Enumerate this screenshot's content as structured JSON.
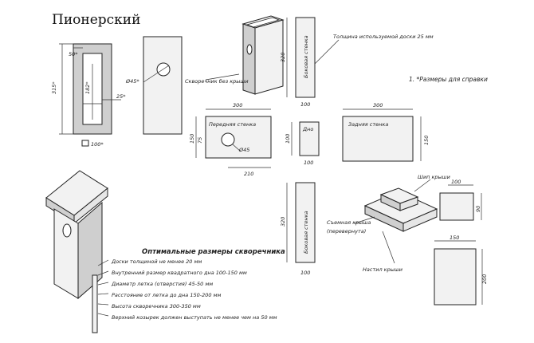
{
  "title": "Пионерский",
  "note": "1. *Размеры для справки",
  "labels": {
    "thickness": "Толщина используемой доски 25 мм",
    "body_no_roof": "Скворечник без крыши",
    "side_wall": "Боковая стенка",
    "front_wall": "Передняя стенка",
    "back_wall": "Задняя стенка",
    "bottom": "Дно",
    "roof_pin": "Шип крыши",
    "roof_removable": "Съемная крыша",
    "flipped": "(перевернута)",
    "roof_cover": "Настил крыши"
  },
  "dims": {
    "d50": "50*",
    "d315": "315*",
    "d182": "182*",
    "d25": "25*",
    "d100s": "100*",
    "dia45": "Ø45*",
    "dia45b": "Ø45",
    "d300": "300",
    "d150": "150",
    "d75": "75",
    "d210": "210",
    "d320": "320",
    "d100": "100",
    "d90": "90",
    "d200": "200"
  },
  "list": {
    "heading": "Оптимальные размеры скворечника",
    "items": [
      "Доски толщиной не менее 20 мм",
      "Внутренний размер квадратного дна 100-150 мм",
      "Диаметр летка (отверстия) 45-50 мм",
      "Расстояние от летка до дна 150-200 мм",
      "Высота скворечника 300-350 мм",
      "Верхний козырек должен выступать не менее чем на 50 мм"
    ]
  }
}
